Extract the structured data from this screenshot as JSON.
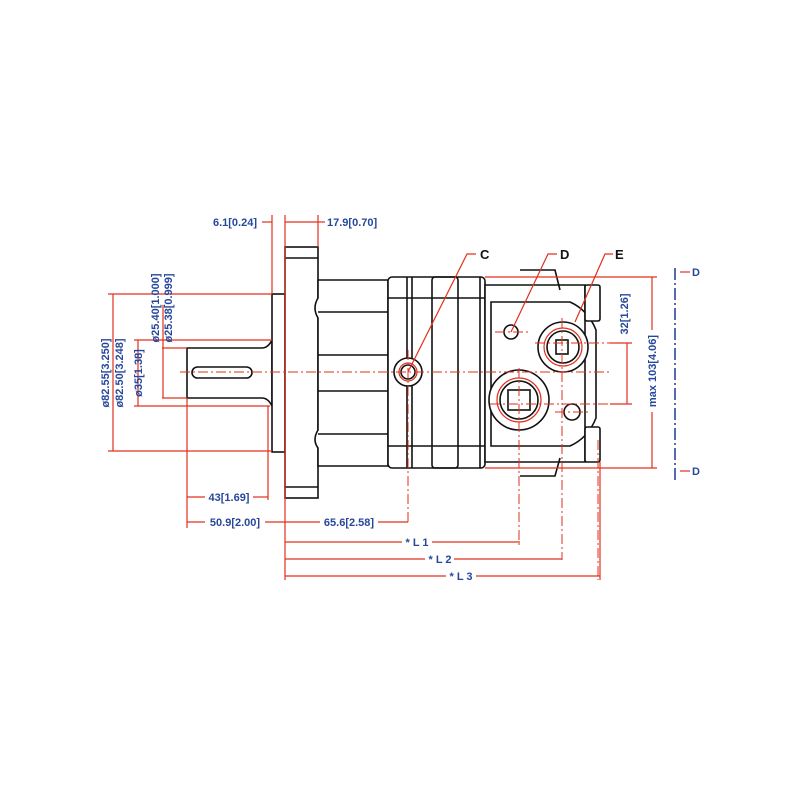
{
  "dimensions": {
    "flange_thickness": "6.1[0.24]",
    "flange_to_body": "17.9[0.70]",
    "pilot_dia_max": "ø82.55[3.250]",
    "pilot_dia_min": "ø82.50[3.248]",
    "shaft_dia_max": "ø25.40[1.000]",
    "shaft_dia_min": "ø25.38[0.999]",
    "shaft_collar_dia": "ø35[1.38]",
    "key_length": "43[1.69]",
    "shaft_length": "50.9[2.00]",
    "port_c_distance": "65.6[2.58]",
    "l1": "* L 1",
    "l2": "* L 2",
    "l3": "* L 3",
    "port_spacing": "32[1.26]",
    "max_height": "max  103[4.06]"
  },
  "ports": {
    "c": "C",
    "d": "D",
    "e": "E"
  },
  "section": {
    "top": "D",
    "bottom": "D"
  },
  "colors": {
    "dimension": "#e0301e",
    "text": "#27479a",
    "outline": "#111111"
  }
}
